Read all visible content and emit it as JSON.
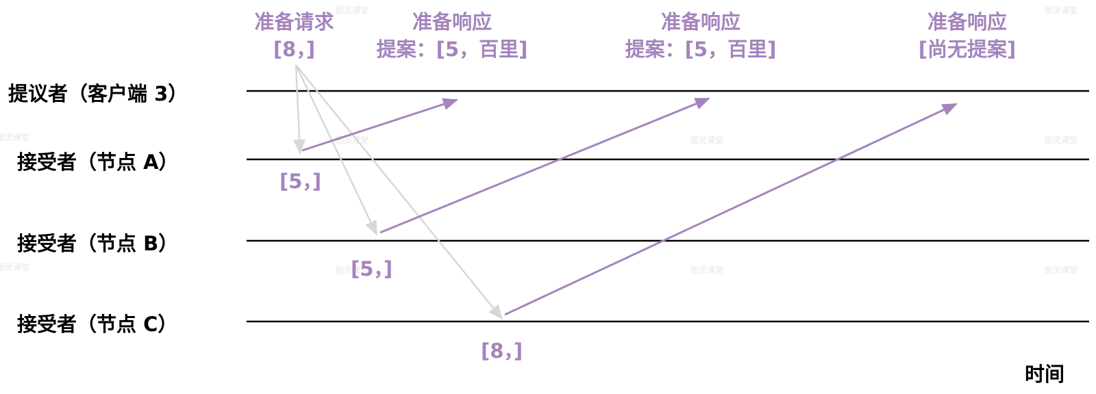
{
  "colors": {
    "accent": "#a484bd",
    "request_arrow": "#d7d7d7",
    "timeline": "#000000",
    "text": "#000000"
  },
  "participants": [
    {
      "label": "提议者（客户端 3）"
    },
    {
      "label": "接受者（节点 A）"
    },
    {
      "label": "接受者（节点 B）"
    },
    {
      "label": "接受者（节点 C）"
    }
  ],
  "messages": {
    "prepare_request": {
      "title": "准备请求",
      "value": "[8，]"
    },
    "responses": [
      {
        "title": "准备响应",
        "value": "提案：[5，百里]"
      },
      {
        "title": "准备响应",
        "value": "提案：[5，百里]"
      },
      {
        "title": "准备响应",
        "value": "[尚无提案]"
      }
    ]
  },
  "acceptor_states": [
    {
      "value": "[5，]"
    },
    {
      "value": "[5，]"
    },
    {
      "value": "[8，]"
    }
  ],
  "time_label": "时间",
  "watermark": "图灵课堂"
}
